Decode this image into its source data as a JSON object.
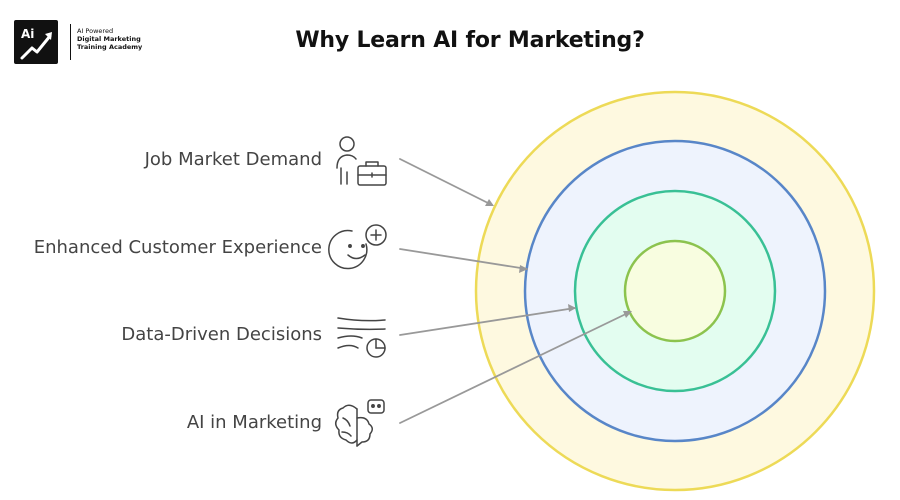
{
  "logo": {
    "badge_text": "Ai",
    "line1": "AI Powered",
    "line2": "Digital Marketing",
    "line3": "Training Academy"
  },
  "title": "Why Learn AI for Marketing?",
  "rings": [
    {
      "name": "outer-ring",
      "fill": "#FEF9E0",
      "stroke": "#EDDA57"
    },
    {
      "name": "second-ring",
      "fill": "#EEF3FD",
      "stroke": "#5886C8"
    },
    {
      "name": "third-ring",
      "fill": "#E3FDF0",
      "stroke": "#39C095"
    },
    {
      "name": "inner-ring",
      "fill": "#F8FDE0",
      "stroke": "#8CC34E"
    }
  ],
  "items": [
    {
      "label": "Job Market Demand",
      "icon": "person-briefcase-icon"
    },
    {
      "label": "Enhanced Customer Experience",
      "icon": "smiley-plus-icon"
    },
    {
      "label": "Data-Driven Decisions",
      "icon": "flow-chart-icon"
    },
    {
      "label": "AI in Marketing",
      "icon": "brain-robot-icon"
    }
  ]
}
